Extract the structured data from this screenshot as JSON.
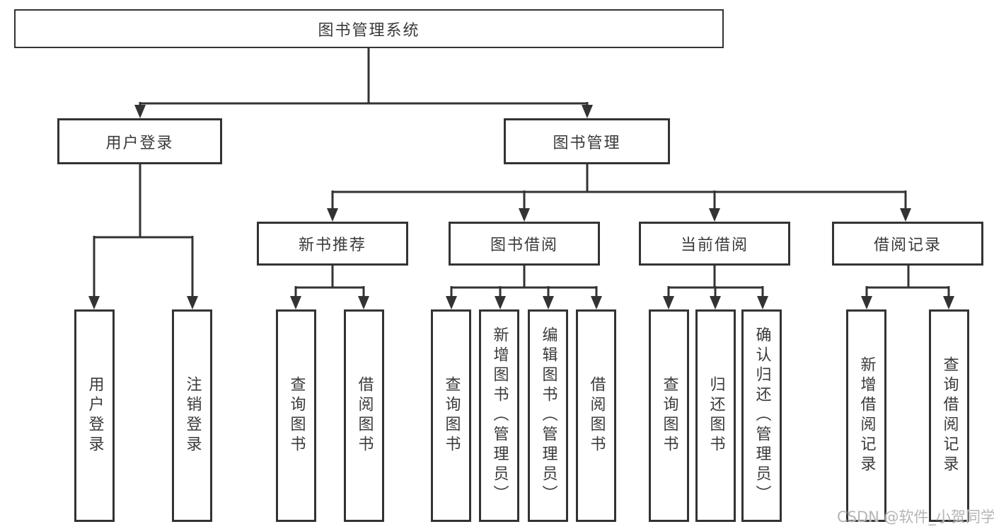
{
  "watermark": "CSDN @软件_小贺同学",
  "tree": {
    "root": {
      "label": "图书管理系统"
    },
    "level2": [
      {
        "label": "用户登录"
      },
      {
        "label": "图书管理"
      }
    ],
    "level3": [
      {
        "label": "新书推荐"
      },
      {
        "label": "图书借阅"
      },
      {
        "label": "当前借阅"
      },
      {
        "label": "借阅记录"
      }
    ],
    "leaves": {
      "user": [
        "用户登录",
        "注销登录"
      ],
      "newbook": [
        "查询图书",
        "借阅图书"
      ],
      "borrow": [
        "查询图书",
        "新增图书（管理员）",
        "编辑图书（管理员）",
        "借阅图书"
      ],
      "current": [
        "查询图书",
        "归还图书",
        "确认归还（管理员）"
      ],
      "records": [
        "新增借阅记录",
        "查询借阅记录"
      ]
    }
  },
  "colors": {
    "line": "#333333",
    "text": "#3a3a3a",
    "watermark": "#b5b5b5"
  }
}
